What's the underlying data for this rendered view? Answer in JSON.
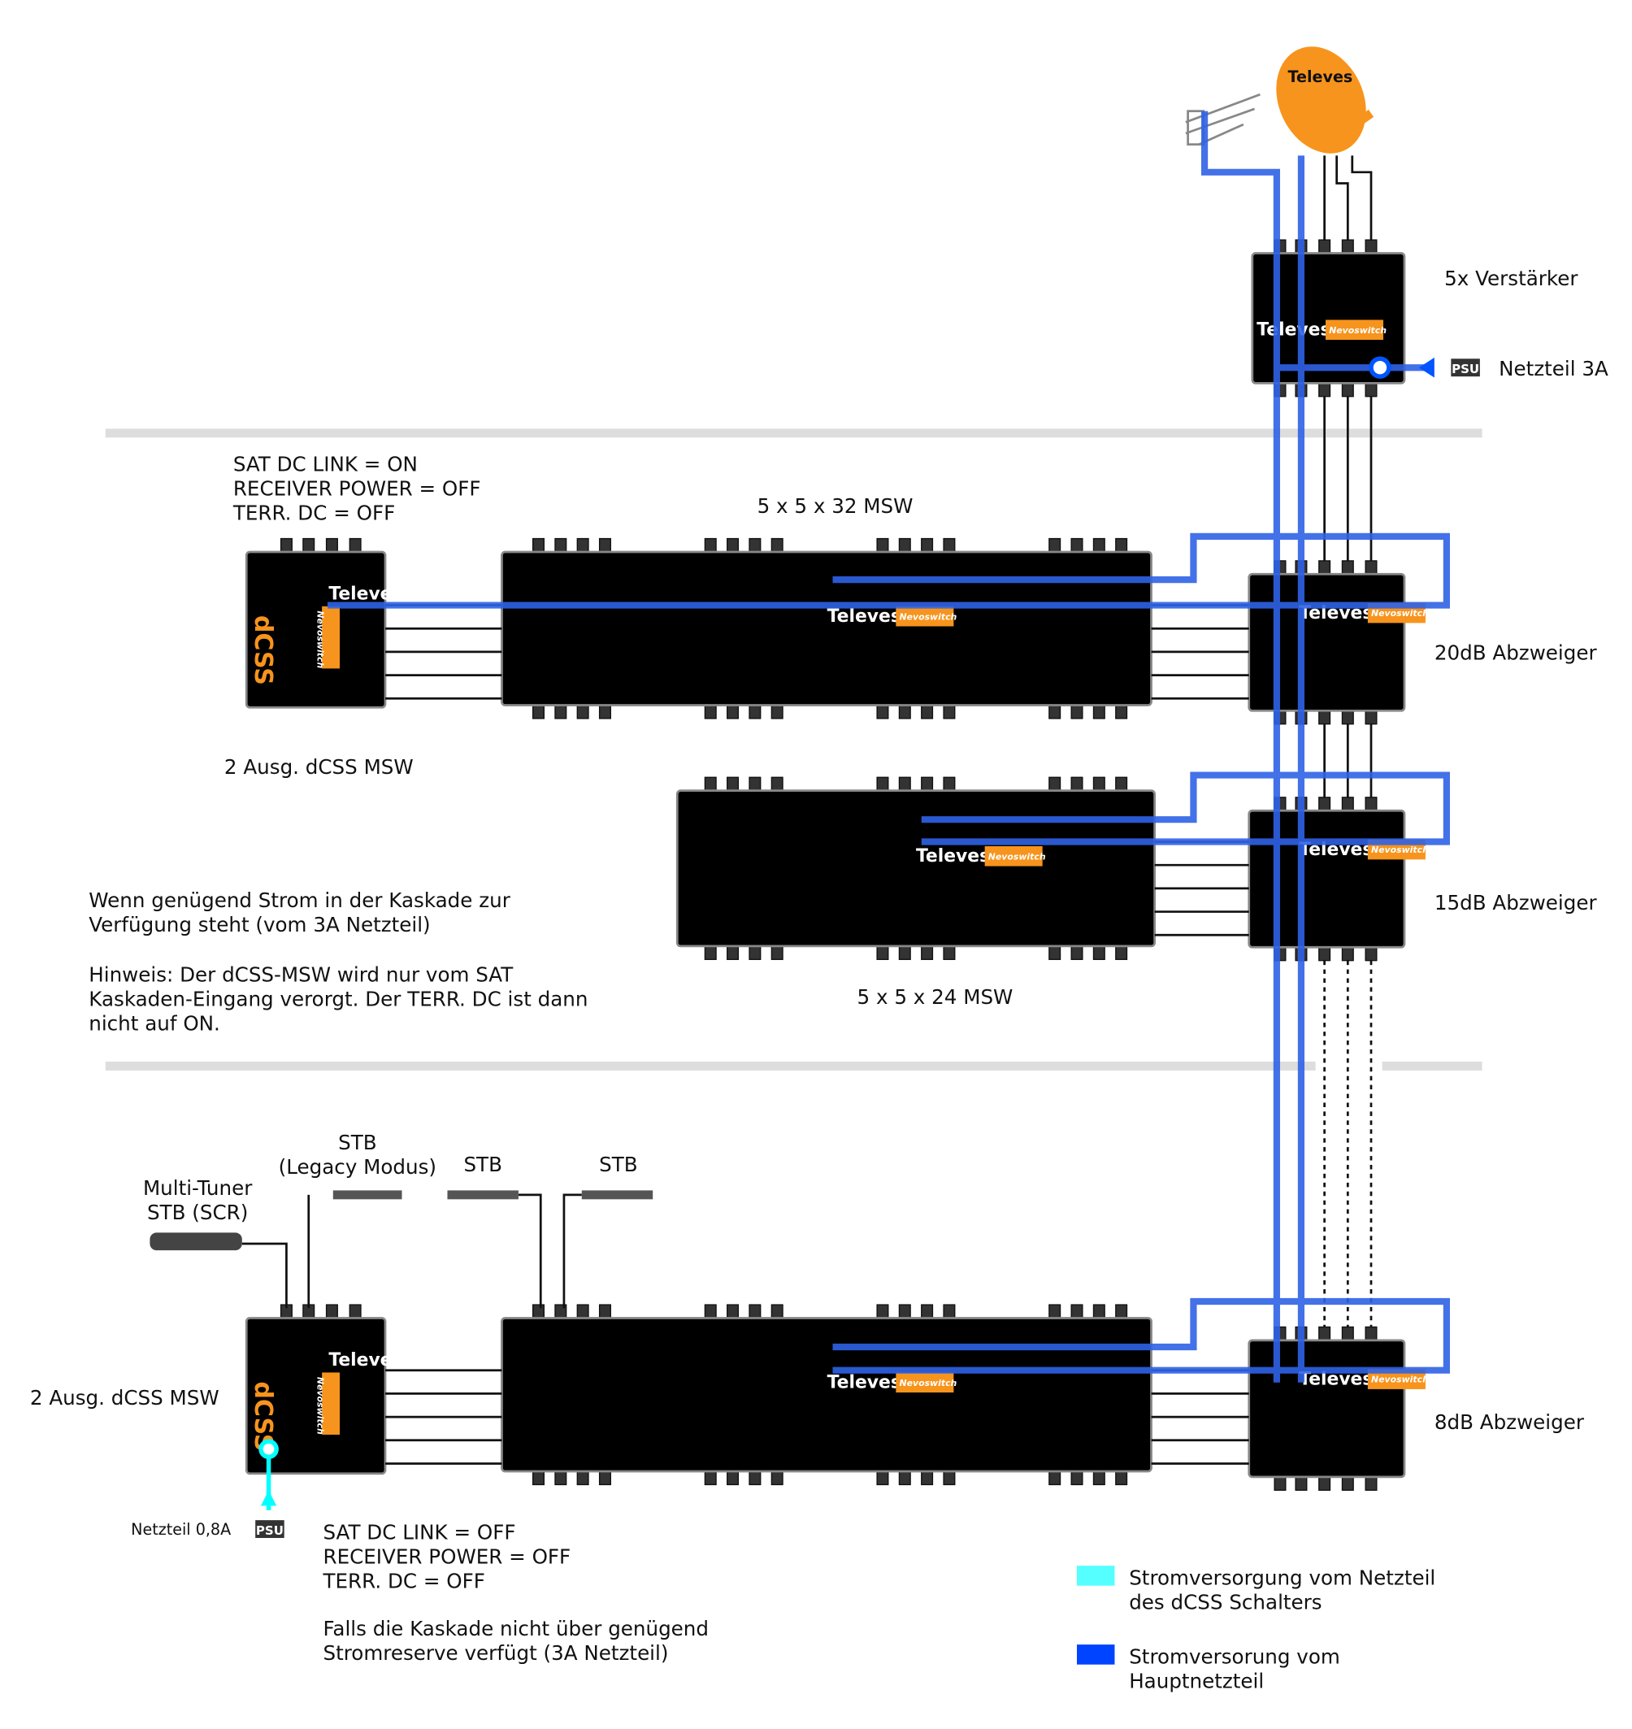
{
  "labels": {
    "amplifier": "5x Verstärker",
    "psu_main": "Netzteil 3A",
    "psu_badge": "PSU",
    "tap20": "20dB Abzweiger",
    "tap15": "15dB Abzweiger",
    "tap8": "8dB Abzweiger",
    "msw32_top": "5 x 5 x 32 MSW",
    "msw24": "5 x 5 x 24 MSW",
    "dcss_top": "2 Ausg. dCSS MSW",
    "dcss_bottom": "2 Ausg. dCSS MSW",
    "psu_small": "Netzteil 0,8A",
    "brand": "Televes",
    "nevo": "Nevoswitch",
    "dcss_logo": "dCSS"
  },
  "settings_top": [
    "SAT DC LINK = ON",
    "RECEIVER POWER = OFF",
    "TERR. DC = OFF"
  ],
  "note_top": [
    "Wenn genügend Strom in der Kaskade zur",
    "Verfügung steht (vom 3A Netzteil)",
    "",
    "Hinweis: Der dCSS-MSW wird nur  vom SAT",
    "Kaskaden-Eingang verorgt. Der TERR. DC ist dann",
    "nicht auf ON."
  ],
  "settings_bottom": [
    "SAT DC LINK = OFF",
    "RECEIVER POWER = OFF",
    "TERR. DC = OFF",
    "",
    "Falls die Kaskade nicht über genügend",
    "Stromreserve verfügt (3A Netzteil)"
  ],
  "receivers": {
    "multituner": [
      "Multi-Tuner",
      "STB (SCR)"
    ],
    "stb_legacy": [
      "STB",
      "(Legacy Modus)"
    ],
    "stb2": "STB",
    "stb3": "STB"
  },
  "legend": [
    {
      "color": "#55ffff",
      "lines": [
        "Stromversorgung vom Netzteil",
        "des dCSS Schalters"
      ]
    },
    {
      "color": "#0044ff",
      "lines": [
        "Stromversorung vom",
        "Hauptnetzteil"
      ]
    }
  ],
  "colors": {
    "main_power": "#2f62e6",
    "dcss_power": "#00ffff",
    "dish": "#f7941d"
  }
}
